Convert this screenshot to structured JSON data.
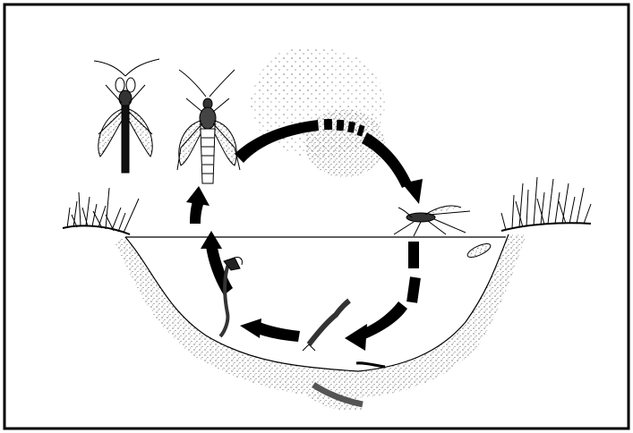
{
  "diagram": {
    "description_visible_text": "",
    "stages": [
      {
        "name": "adult-male",
        "icon": "mosquito-adult-male-icon"
      },
      {
        "name": "adult-female",
        "icon": "mosquito-adult-female-icon"
      },
      {
        "name": "swarm",
        "icon": "swarm-cloud-icon"
      },
      {
        "name": "egg-laying",
        "icon": "mosquito-on-water-icon"
      },
      {
        "name": "eggs",
        "icon": "egg-icon"
      },
      {
        "name": "larva",
        "icon": "larva-icon"
      },
      {
        "name": "pupa",
        "icon": "pupa-icon"
      }
    ],
    "colors": {
      "ink": "#000000",
      "paper": "#ffffff",
      "stipple": "#555555"
    }
  }
}
